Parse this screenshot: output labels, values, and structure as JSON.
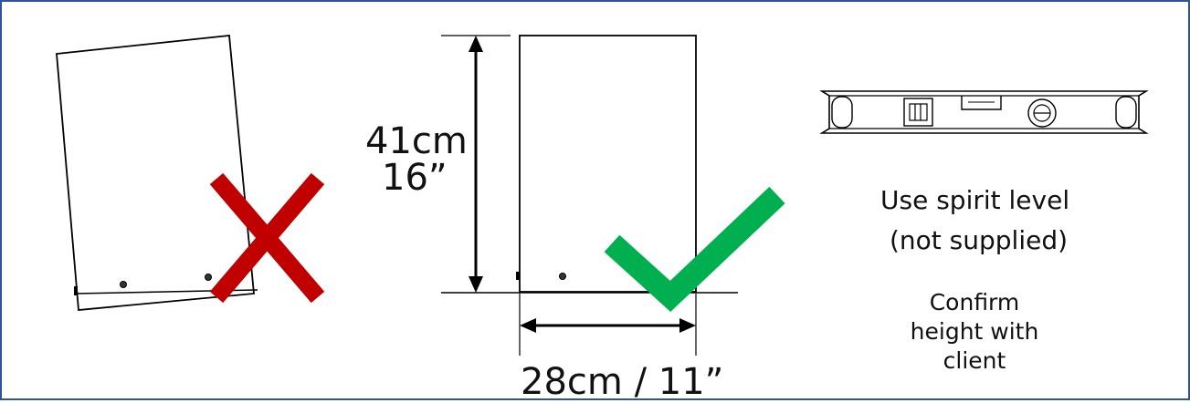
{
  "dimensions": {
    "height_cm": "41cm",
    "height_in": "16”",
    "width": "28cm / 11”"
  },
  "level_note": {
    "line1": "Use spirit level",
    "line2": "(not supplied)"
  },
  "confirm_note": {
    "line1": "Confirm",
    "line2": "height with",
    "line3": "client"
  },
  "icons": {
    "wrong": "cross-icon",
    "right": "check-icon",
    "tool": "spirit-level-icon"
  },
  "colors": {
    "border": "#2f5496",
    "cross": "#c00000",
    "check": "#00b050",
    "line": "#000000"
  }
}
